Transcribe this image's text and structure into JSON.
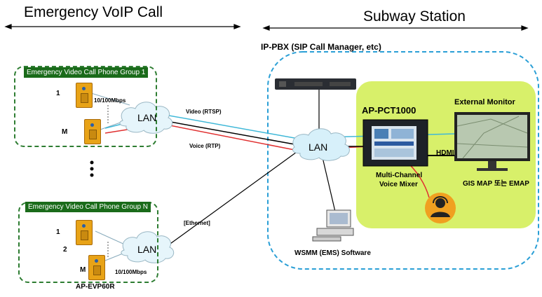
{
  "headers": {
    "left": "Emergency VoIP Call",
    "right": "Subway Station"
  },
  "ippbx_label": "IP-PBX (SIP Call Manager, etc)",
  "group1": {
    "title": "Emergency Video Call  Phone Group 1",
    "phone_first": "1",
    "phone_last": "M",
    "speed": "10/100Mbps",
    "lan": "LAN"
  },
  "groupN": {
    "title": "Emergency Video Call  Phone Group N",
    "phone_first": "1",
    "phone_second": "2",
    "phone_last": "M",
    "speed": "10/100Mbps",
    "lan": "LAN",
    "model": "AP-EVP60R"
  },
  "links": {
    "video": "Video (RTSP)",
    "voice": "Voice (RTP)",
    "ethernet": "[Ethernet]",
    "hdmi": "HDMI"
  },
  "station": {
    "lan": "LAN",
    "pct_label": "AP-PCT1000",
    "mixer_line1": "Multi-Channel",
    "mixer_line2": "Voice Mixer",
    "monitor_label": "External Monitor",
    "gis_label": "GIS MAP 또는 EMAP",
    "wsmm_label": "WSMM (EMS) Software"
  },
  "colors": {
    "video_line": "#3fb8d8",
    "voice_line": "#e03030",
    "green_box": "#d8f06a",
    "dashed_frame": "#2a9fd6",
    "group_border": "#2e7d32"
  }
}
